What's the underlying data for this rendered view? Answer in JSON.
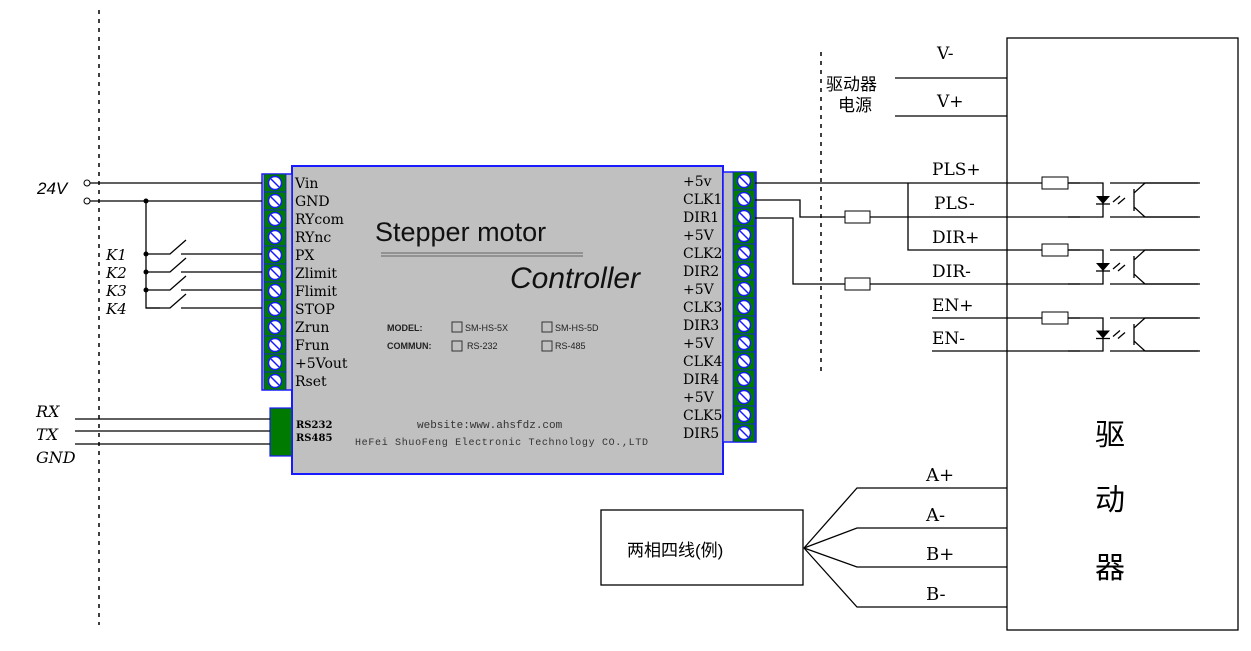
{
  "controller": {
    "title_line1": "Stepper motor",
    "title_line2": "Controller",
    "left_terminals": [
      "Vin",
      "GND",
      "RYcom",
      "RYnc",
      "PX",
      "Zlimit",
      "Flimit",
      "STOP",
      "Zrun",
      "Frun",
      "+5Vout",
      "Rset"
    ],
    "right_terminals": [
      "+5v",
      "CLK1",
      "DIR1",
      "+5V",
      "CLK2",
      "DIR2",
      "+5V",
      "CLK3",
      "DIR3",
      "+5V",
      "CLK4",
      "DIR4",
      "+5V",
      "CLK5",
      "DIR5"
    ],
    "model_label": "MODEL:",
    "model_options": [
      "SM-HS-5X",
      "SM-HS-5D"
    ],
    "commun_label": "COMMUN:",
    "commun_options": [
      "RS-232",
      "RS-485"
    ],
    "serial_labels": [
      "RS232",
      "RS485"
    ],
    "website": "website:www.ahsfdz.com",
    "company": "HeFei ShuoFeng Electronic Technology CO.,LTD"
  },
  "inputs": {
    "power": "24V",
    "switches": [
      "K1",
      "K2",
      "K3",
      "K4"
    ],
    "serial": [
      "RX",
      "TX",
      "GND"
    ]
  },
  "driver": {
    "power_label_1": "驱动器",
    "power_label_2": "电源",
    "power_pins": [
      "V-",
      "V+"
    ],
    "signal_pins": [
      "PLS+",
      "PLS-",
      "DIR+",
      "DIR-",
      "EN+",
      "EN-"
    ],
    "motor_pins": [
      "A+",
      "A-",
      "B+",
      "B-"
    ],
    "name_chars": [
      "驱",
      "动",
      "器"
    ]
  },
  "motor": {
    "label": "两相四线(例)"
  },
  "colors": {
    "terminal_green": "#007a00",
    "board_gray": "#c0c0c0",
    "board_border": "#1a1aff"
  }
}
